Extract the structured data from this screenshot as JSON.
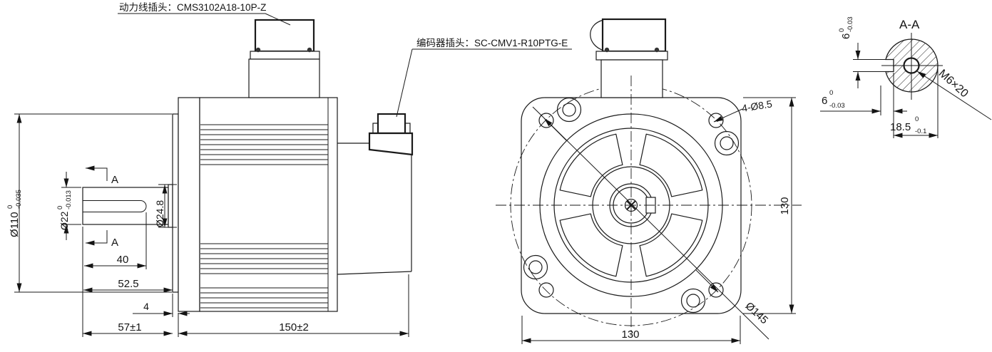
{
  "drawing": {
    "callouts": {
      "power": "动力线插头：CMS3102A18-10P-Z",
      "encoder": "编码器插头：SC-CMV1-R10PTG-E"
    },
    "side_view": {
      "section_cut_label": "A",
      "pilot_dia": {
        "main": "Ø110",
        "sup": "0",
        "sub": "-0.035"
      },
      "shaft_dia": {
        "main": "Ø22",
        "sup": "0",
        "sub": "-0.013"
      },
      "boss_dia": "Ø24.8",
      "keyway_length": "40",
      "shaft_length": "52.5",
      "pilot_depth": "4",
      "shaft_extension": "57±1",
      "body_length": "150±2"
    },
    "front_view": {
      "mounting_holes": "4-Ø8.5",
      "flange_width": "130",
      "flange_height": "130",
      "bolt_circle_dia": "Ø145"
    },
    "section_view": {
      "title": "A-A",
      "key_width": {
        "main": "6",
        "sup": "0",
        "sub": "-0.03"
      },
      "key_depth": {
        "main": "6",
        "sup": "0",
        "sub": "-0.03"
      },
      "shaft_flat": {
        "main": "18.5",
        "sup": "0",
        "sub": "-0.1"
      },
      "tap_hole": "M6×20"
    },
    "colors": {
      "ink": "#1a1a1a",
      "paper": "#ffffff"
    }
  }
}
